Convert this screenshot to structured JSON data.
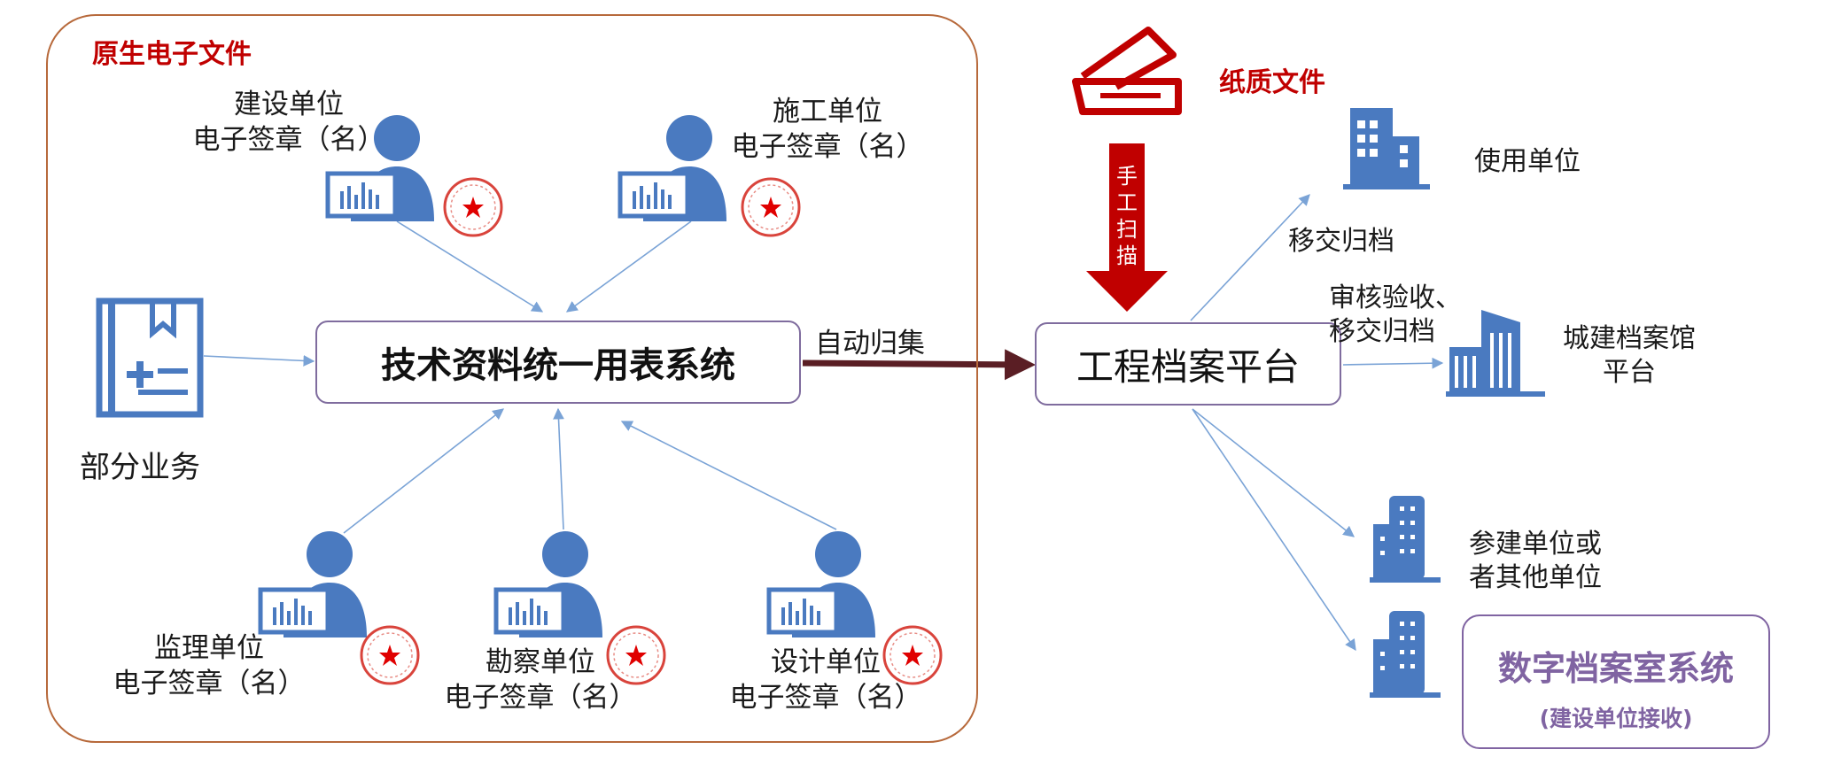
{
  "native_section": {
    "title": "原生电子文件"
  },
  "top_left_unit": {
    "name": "建设单位",
    "sign": "电子签章（名）"
  },
  "top_right_unit": {
    "name": "施工单位",
    "sign": "电子签章（名）"
  },
  "partial_business": {
    "label": "部分业务"
  },
  "main_system": {
    "label": "技术资料统一用表系统"
  },
  "auto_collect": {
    "label": "自动归集"
  },
  "bottom_units": [
    {
      "name": "监理单位",
      "sign": "电子签章（名）"
    },
    {
      "name": "勘察单位",
      "sign": "电子签章（名）"
    },
    {
      "name": "设计单位",
      "sign": "电子签章（名）"
    }
  ],
  "paper": {
    "label": "纸质文件",
    "scan_chars": [
      "手",
      "工",
      "扫",
      "描"
    ]
  },
  "platform": {
    "label": "工程档案平台"
  },
  "destinations": {
    "user_unit": "使用单位",
    "transfer_archive": "移交归档",
    "review_line1": "审核验收、",
    "review_line2": "移交归档",
    "urban_line1": "城建档案馆",
    "urban_line2": "平台",
    "participant_line1": "参建单位或",
    "participant_line2": "者其他单位"
  },
  "digital_archive": {
    "title": "数字档案室系统",
    "subtitle": "(建设单位接收)"
  },
  "colors": {
    "accent_red": "#c00000",
    "icon_blue": "#4a7ac0",
    "box_border": "#7f6c9e",
    "purple": "#8064a2",
    "frame_brown": "#b7693b",
    "arrow_blue": "#7aa3d6",
    "arrow_dark": "#5a1e24"
  }
}
